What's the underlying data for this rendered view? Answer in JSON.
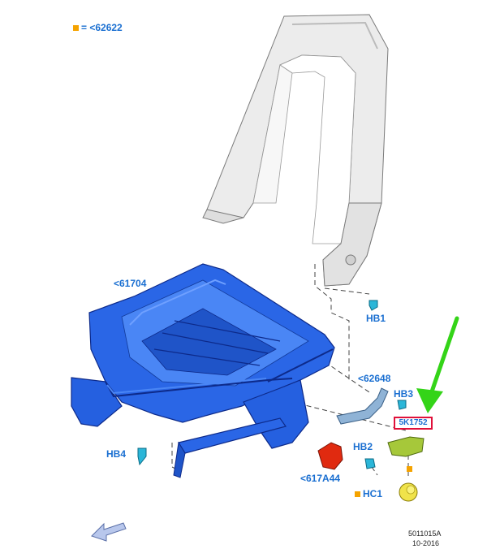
{
  "legend": {
    "marker_color": "#f5a300",
    "text": "= <62622"
  },
  "callouts": {
    "seat_track": "<61704",
    "hb1": "HB1",
    "bracket": "<62648",
    "hb3": "HB3",
    "highlighted_part": "5K1752",
    "hb2": "HB2",
    "hb4": "HB4",
    "motor": "<617A44",
    "hc1": "HC1"
  },
  "footer": {
    "code": "5011015A",
    "date": "10-2016"
  },
  "colors": {
    "callout_text": "#1a6fd1",
    "seat_frame": "#1f5fe0",
    "back_frame": "#e6e6e6",
    "motor": "#e02a10",
    "trim_cover": "#a6c83a",
    "knob": "#f0e34a",
    "fastener": "#2bb6d8",
    "arrow": "#34d418",
    "highlight_box": "#e0103a"
  },
  "icons": {
    "direction": "arrow-down-left-icon",
    "pointer": "green-arrow-icon"
  }
}
